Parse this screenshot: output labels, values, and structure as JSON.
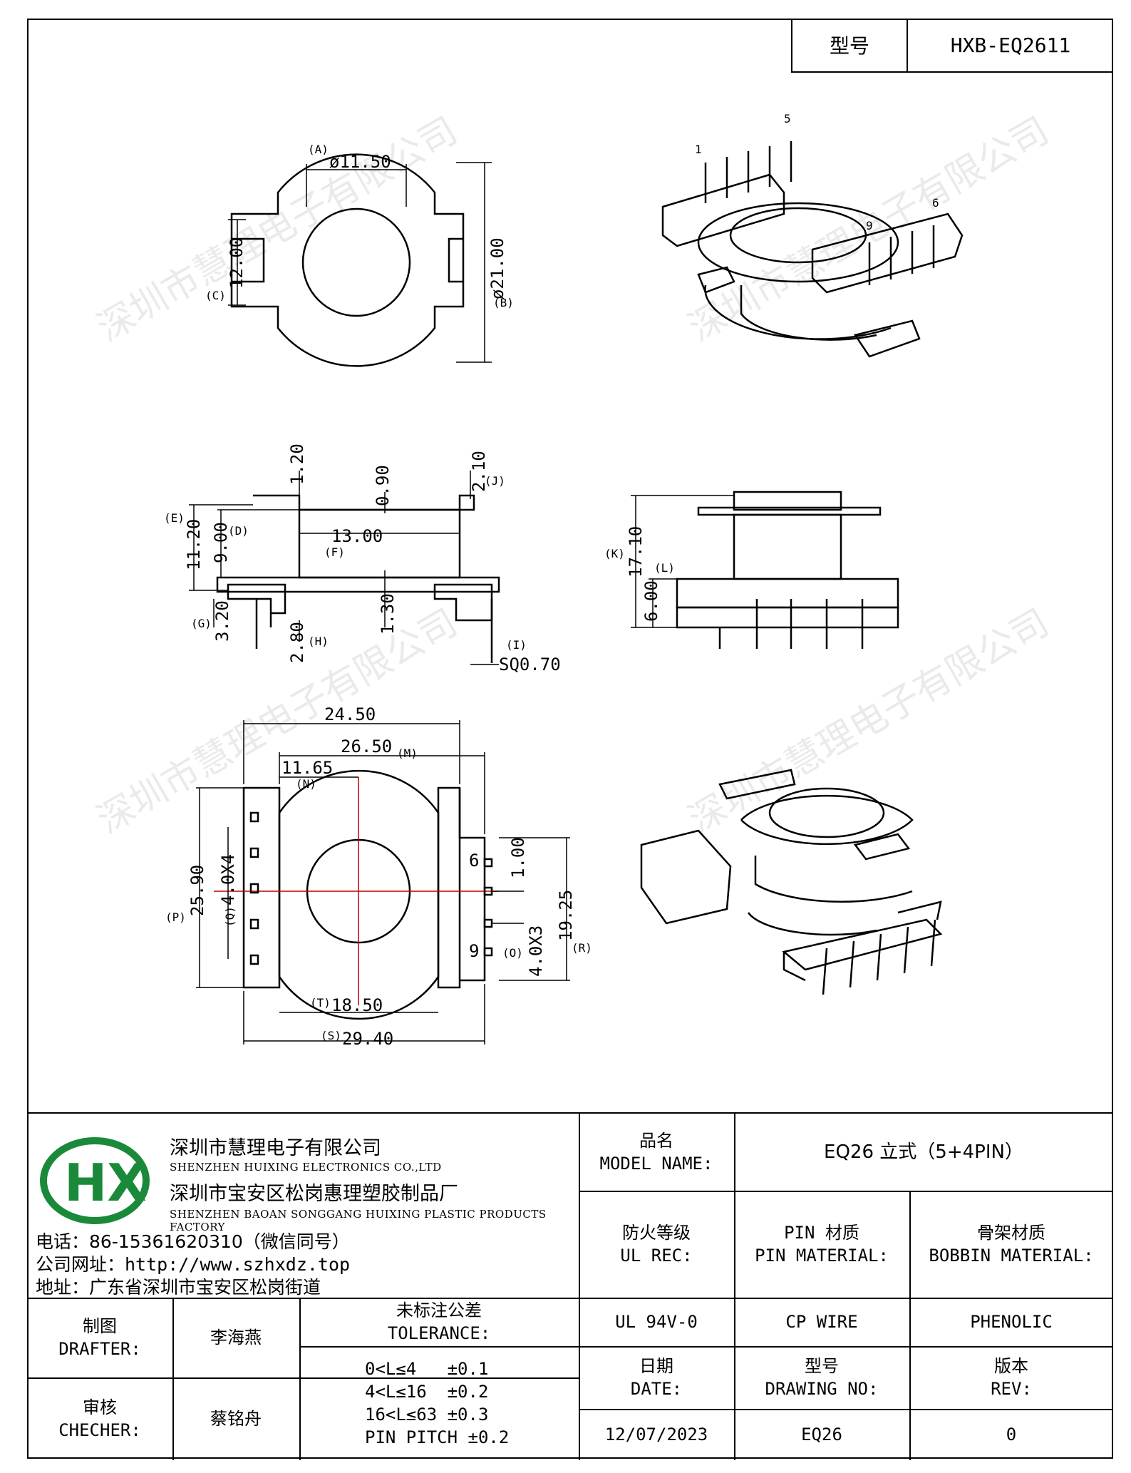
{
  "header": {
    "type_label": "型号",
    "type_value": "HXB-EQ2611"
  },
  "top_view": {
    "dia_a": "ø11.50",
    "tag_a": "(A)",
    "dia_b": "ø21.00",
    "tag_b": "(B)",
    "dim_c": "12.00",
    "tag_c": "(C)"
  },
  "iso_top": {
    "pin_1": "1",
    "pin_5": "5",
    "pin_6": "6",
    "pin_9": "9"
  },
  "side_view": {
    "d_120": "1.20",
    "d_090": "0.90",
    "d_210": "2.10",
    "tag_j": "(J)",
    "d_1120": "11.20",
    "tag_e": "(E)",
    "d_900": "9.00",
    "tag_d": "(D)",
    "d_1300": "13.00",
    "tag_f": "(F)",
    "d_130": "1.30",
    "d_320": "3.20",
    "tag_g": "(G)",
    "d_280": "2.80",
    "tag_h": "(H)",
    "sq": "SQ0.70",
    "tag_i": "(I)"
  },
  "front_view": {
    "d_1710": "17.10",
    "tag_k": "(K)",
    "d_600": "6.00",
    "tag_l": "(L)"
  },
  "bottom_view": {
    "d_2450": "24.50",
    "d_2650": "26.50",
    "tag_m": "(M)",
    "d_1165": "11.65",
    "tag_n": "(N)",
    "d_2590": "25.90",
    "tag_p": "(P)",
    "d_40x4": "4.0X4",
    "tag_q": "(Q)",
    "pin_6": "6",
    "pin_9": "9",
    "d_100": "1.00",
    "d_40x3": "4.0X3",
    "tag_o": "(O)",
    "d_1925": "19.25",
    "tag_r": "(R)",
    "d_1850": "18.50",
    "tag_t": "(T)",
    "d_2940": "29.40",
    "tag_s": "(S)"
  },
  "watermark": "深圳市慧理电子有限公司",
  "company": {
    "name_cn": "深圳市慧理电子有限公司",
    "name_en": "SHENZHEN HUIXING ELECTRONICS CO.,LTD",
    "factory_cn": "深圳市宝安区松岗惠理塑胶制品厂",
    "factory_en": "SHENZHEN BAOAN SONGGANG HUIXING PLASTIC PRODUCTS FACTORY",
    "phone": "电话：86-15361620310（微信同号）",
    "website": "公司网址：http://www.szhxdz.top",
    "address": "地址：广东省深圳市宝安区松岗街道",
    "logo_text": "HX"
  },
  "title_block": {
    "model_label_cn": "品名",
    "model_label_en": "MODEL NAME:",
    "model_value": "EQ26 立式（5+4PIN）",
    "fire_label_cn": "防火等级",
    "fire_label_en": "UL REC:",
    "pin_label_cn": "PIN 材质",
    "pin_label_en": "PIN MATERIAL:",
    "bobbin_label_cn": "骨架材质",
    "bobbin_label_en": "BOBBIN MATERIAL:",
    "fire_value": "UL 94V-0",
    "pin_value": "CP WIRE",
    "bobbin_value": "PHENOLIC",
    "drafter_label_cn": "制图",
    "drafter_label_en": "DRAFTER:",
    "drafter_value": "李海燕",
    "checker_label_cn": "审核",
    "checker_label_en": "CHECHER:",
    "checker_value": "蔡铭舟",
    "tolerance_label_cn": "未标注公差",
    "tolerance_label_en": "TOLERANCE:",
    "tolerance_1": "0<L≤4   ±0.1",
    "tolerance_2": "4<L≤16  ±0.2",
    "tolerance_3": "16<L≤63 ±0.3",
    "tolerance_4": "PIN PITCH ±0.2",
    "date_label_cn": "日期",
    "date_label_en": "DATE:",
    "drawing_label_cn": "型号",
    "drawing_label_en": "DRAWING NO:",
    "rev_label_cn": "版本",
    "rev_label_en": "REV:",
    "date_value": "12/07/2023",
    "drawing_value": "EQ26",
    "rev_value": "0"
  }
}
